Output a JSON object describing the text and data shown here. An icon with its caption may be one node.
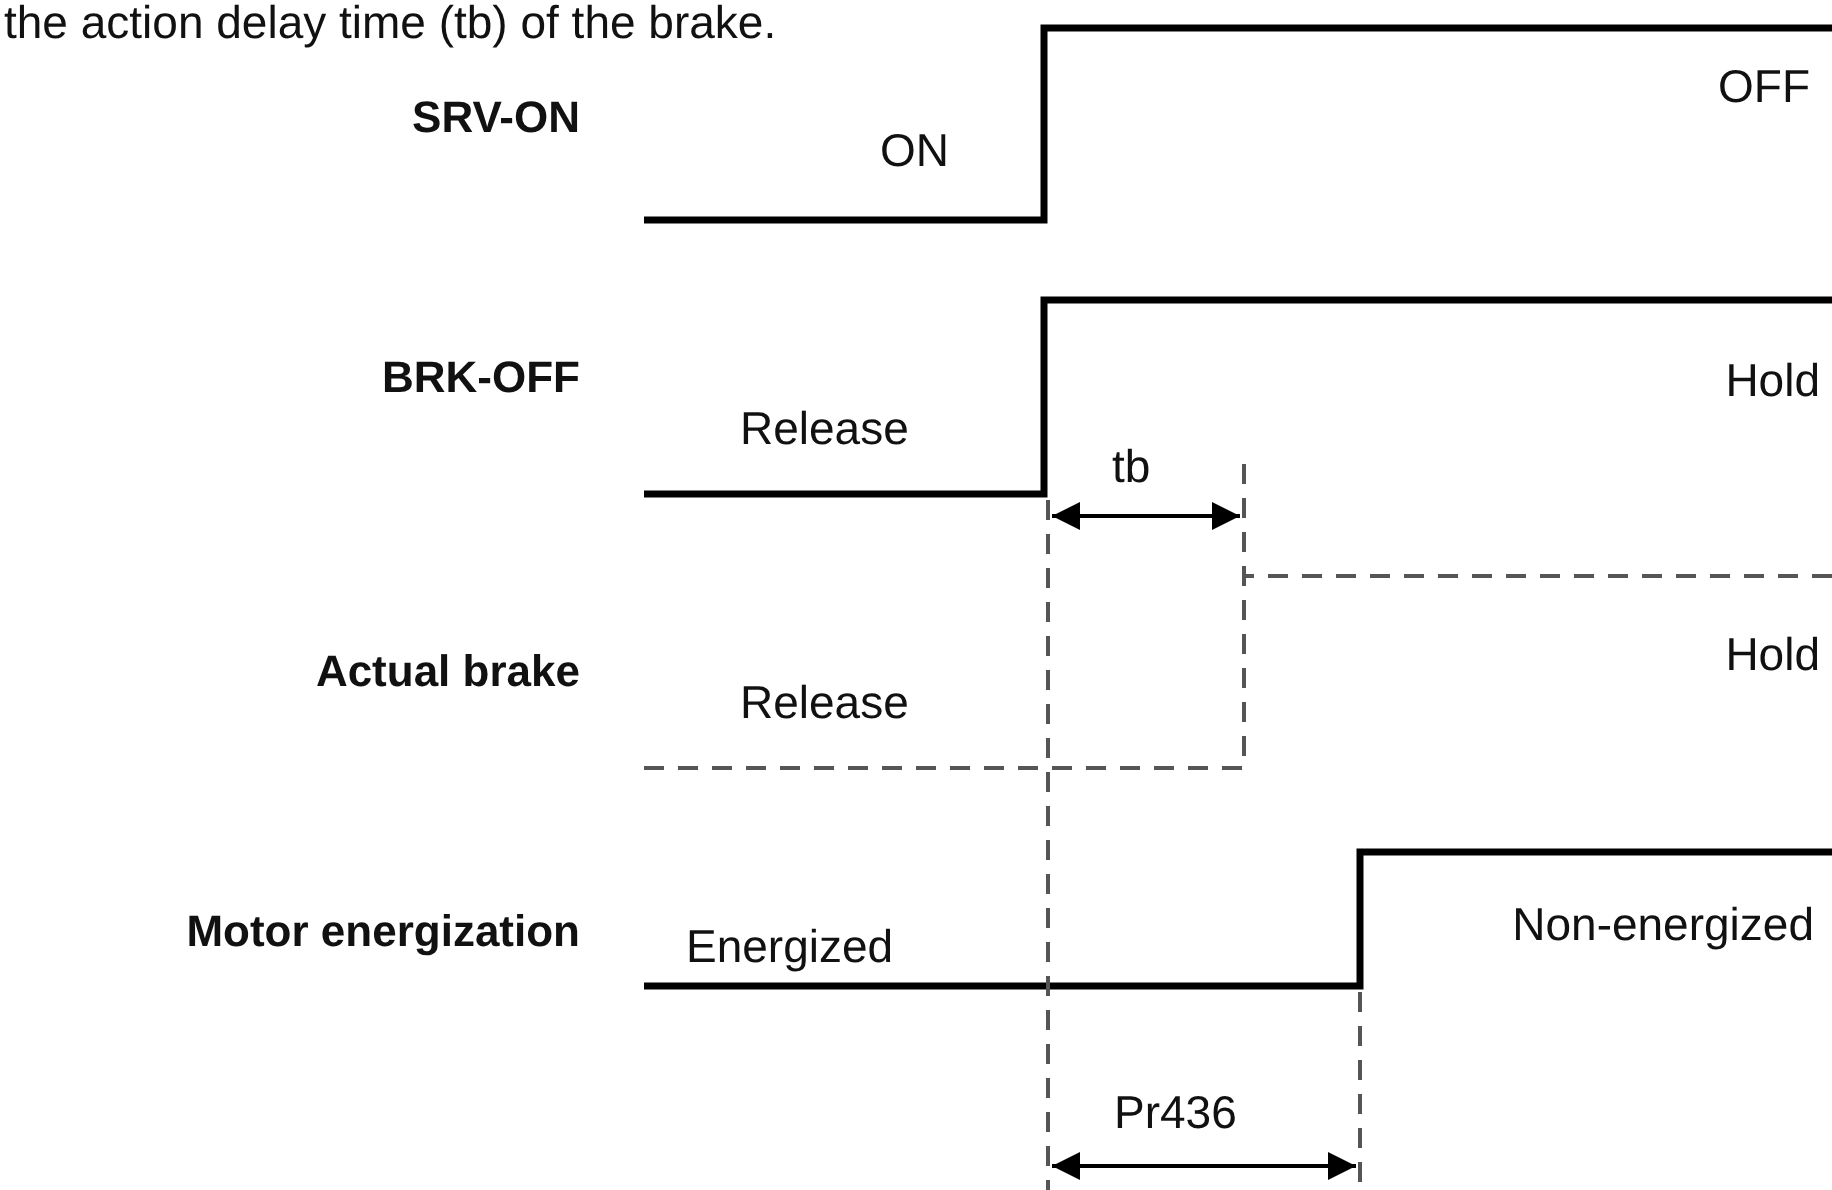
{
  "diagram": {
    "labels": [
      "the action delay time (tb) of the brake.",
      "SRV-ON",
      "ON",
      "OFF",
      "BRK-OFF",
      "Release",
      "tb",
      "Hold",
      "Actual brake",
      "Release",
      "Hold",
      "Motor energization",
      "Energized",
      "Non-energized",
      "Pr436"
    ]
  }
}
